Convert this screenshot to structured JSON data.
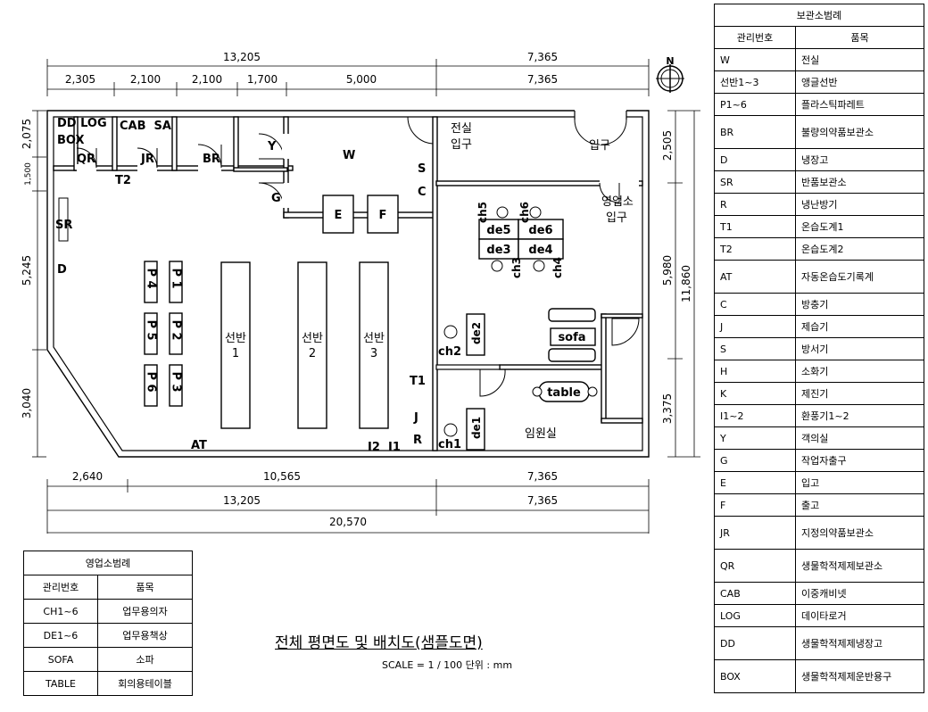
{
  "dimensions": {
    "top_total": [
      "13,205",
      "7,365"
    ],
    "top_segments": [
      "2,305",
      "2,100",
      "2,100",
      "1,700",
      "5,000",
      "7,365"
    ],
    "left_side": [
      "2,075",
      "1,500",
      "5,245",
      "3,040"
    ],
    "right_side": [
      "2,505",
      "5,980",
      "3,375"
    ],
    "right_total": "11,860",
    "bottom_segments": [
      "2,640",
      "10,565",
      "7,365"
    ],
    "bottom_sub": [
      "13,205",
      "7,365"
    ],
    "bottom_total": "20,570"
  },
  "compass": "N",
  "rooms": {
    "dd_log": "DD LOG",
    "box": "BOX",
    "cab_sa": "CAB  SA",
    "qr": "QR",
    "jr": "JR",
    "br": "BR",
    "t2": "T2",
    "y": "Y",
    "g": "G",
    "w": "W",
    "s": "S",
    "c": "C",
    "e": "E",
    "f": "F",
    "jeonsil_ipgu_1": "전실",
    "jeonsil_ipgu_2": "입구",
    "ipgu": "입구",
    "sales_entry_1": "영업소",
    "sales_entry_2": "입구",
    "sr": "SR",
    "d": "D",
    "at": "AT",
    "i2": "I2",
    "i1": "I1",
    "t1": "T1",
    "j": "J",
    "r": "R",
    "officer_room": "임원실"
  },
  "pallets": [
    "P 4",
    "P 1",
    "P 5",
    "P 2",
    "P 6",
    "P 3"
  ],
  "shelves": [
    {
      "line1": "선반",
      "line2": "1"
    },
    {
      "line1": "선반",
      "line2": "2"
    },
    {
      "line1": "선반",
      "line2": "3"
    }
  ],
  "furniture": {
    "de5": "de5",
    "de6": "de6",
    "de3": "de3",
    "de4": "de4",
    "ch5": "ch5",
    "ch6": "ch6",
    "ch3": "ch3",
    "ch4": "ch4",
    "de2": "de2",
    "ch2": "ch2",
    "de1": "de1",
    "ch1": "ch1",
    "sofa": "sofa",
    "table": "table"
  },
  "storage_legend": {
    "title": "보관소범례",
    "headers": [
      "관리번호",
      "품목"
    ],
    "rows": [
      [
        "W",
        "전실"
      ],
      [
        "선반1~3",
        "앵글선반"
      ],
      [
        "P1~6",
        "플라스틱파레트"
      ],
      [
        "BR",
        "불량의약품보관소"
      ],
      [
        "D",
        "냉장고"
      ],
      [
        "SR",
        "반품보관소"
      ],
      [
        "R",
        "냉난방기"
      ],
      [
        "T1",
        "온습도계1"
      ],
      [
        "T2",
        "온습도계2"
      ],
      [
        "AT",
        "자동온습도기록계"
      ],
      [
        "C",
        "방충기"
      ],
      [
        "J",
        "제습기"
      ],
      [
        "S",
        "방서기"
      ],
      [
        "H",
        "소화기"
      ],
      [
        "K",
        "제진기"
      ],
      [
        "I1~2",
        "환풍기1~2"
      ],
      [
        "Y",
        "객의실"
      ],
      [
        "G",
        "작업자출구"
      ],
      [
        "E",
        "입고"
      ],
      [
        "F",
        "출고"
      ],
      [
        "JR",
        "지정의약품보관소"
      ],
      [
        "QR",
        "생물학적제제보관소"
      ],
      [
        "CAB",
        "이중캐비넷"
      ],
      [
        "LOG",
        "데이타로거"
      ],
      [
        "DD",
        "생물학적제제냉장고"
      ],
      [
        "BOX",
        "생물학적제제운반용구"
      ]
    ]
  },
  "sales_legend": {
    "title": "영업소범례",
    "headers": [
      "관리번호",
      "품목"
    ],
    "rows": [
      [
        "CH1~6",
        "업무용의자"
      ],
      [
        "DE1~6",
        "업무용책상"
      ],
      [
        "SOFA",
        "소파"
      ],
      [
        "TABLE",
        "회의용테이블"
      ]
    ]
  },
  "drawing_title": "전체 평면도 및 배치도(샘플도면)",
  "scale_note": "SCALE = 1 / 100 단위 : mm"
}
